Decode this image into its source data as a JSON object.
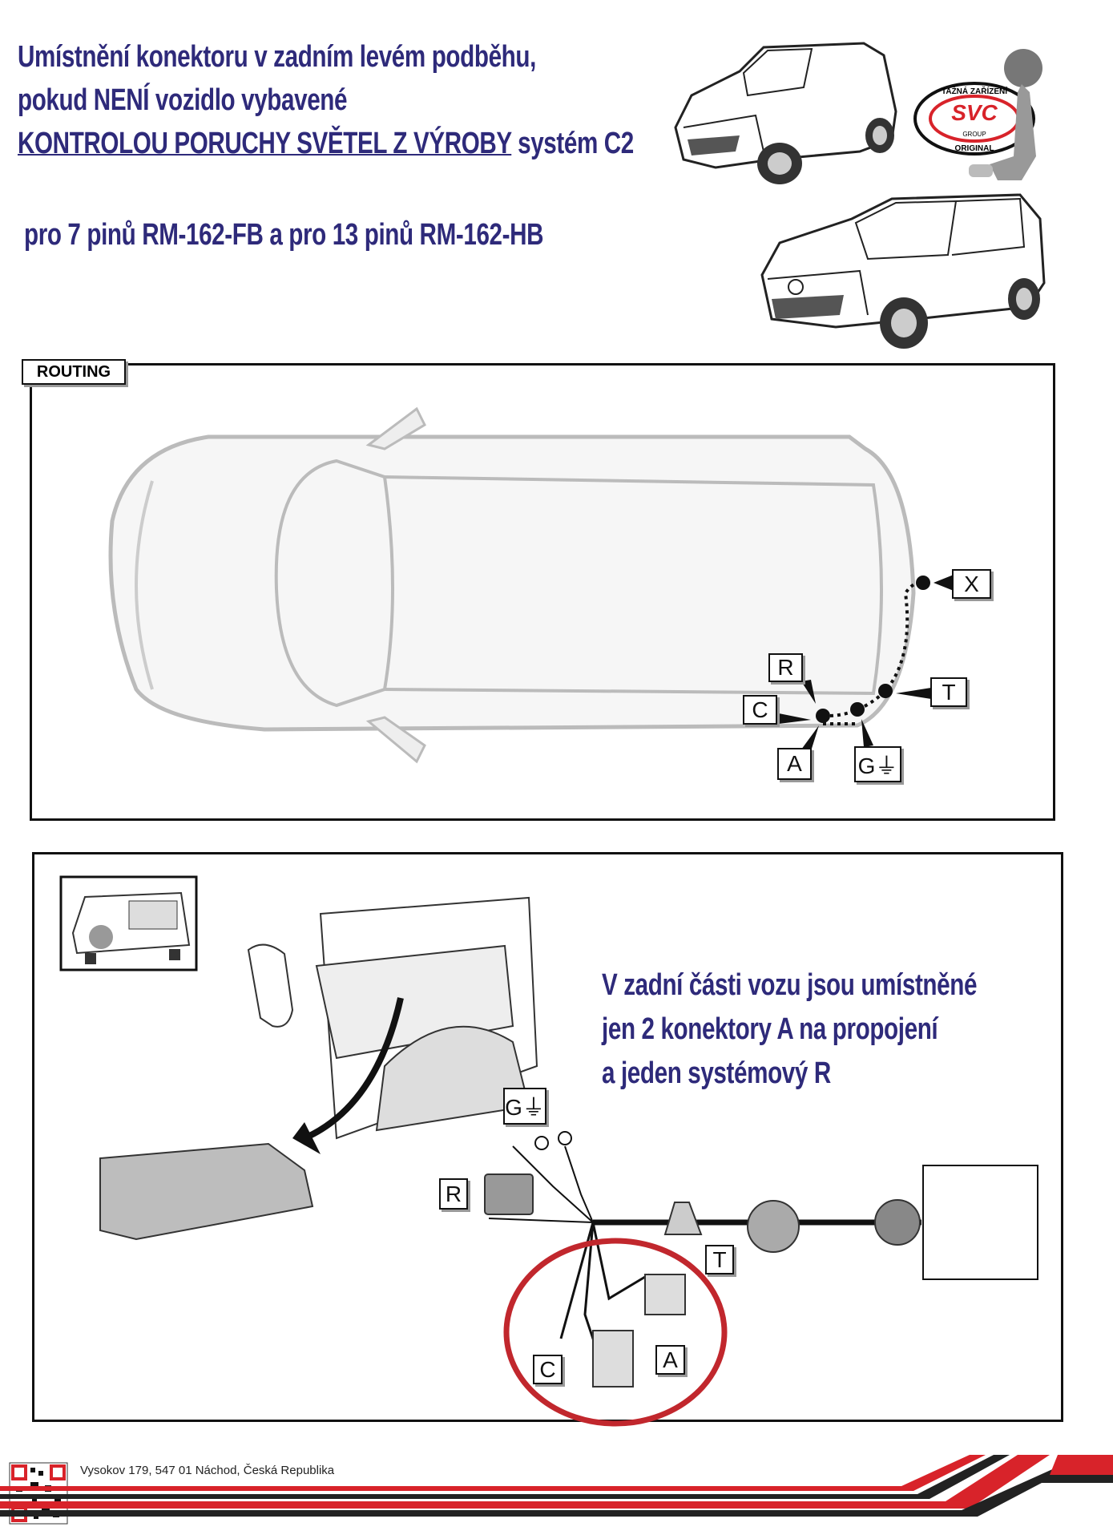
{
  "header": {
    "line1": "Umístnění konektoru v zadním levém podběhu,",
    "line2": " pokud NENÍ vozidlo vybavené",
    "line3_underlined": "KONTROLOU PORUCHY SVĚTEL Z VÝROBY",
    "line3_rest": " systém C2",
    "line4": "pro 7 pinů RM-162-FB a pro 13 pinů RM-162-HB"
  },
  "logo": {
    "top": "TAŽNÁ ZAŘÍZENÍ",
    "brand": "SVC",
    "group": "GROUP",
    "bottom": "ORIGINAL"
  },
  "routing": {
    "label": "ROUTING",
    "points": {
      "x": "X",
      "r": "R",
      "c": "C",
      "t": "T",
      "a": "A",
      "g": "G⏚"
    }
  },
  "detail": {
    "text_line1": "V zadní části vozu jsou umístněné",
    "text_line2": " jen 2 konektory  A na propojení",
    "text_line3": "a jeden systémový R",
    "labels": {
      "g": "G⏚",
      "r": "R",
      "t": "T",
      "a": "A",
      "c": "C"
    }
  },
  "footer": {
    "address": "Vysokov 179,  547 01 Náchod,  Česká Republika"
  },
  "colors": {
    "title": "#2e2a7a",
    "accent_red": "#d8232a",
    "stripe_dark": "#222222"
  }
}
